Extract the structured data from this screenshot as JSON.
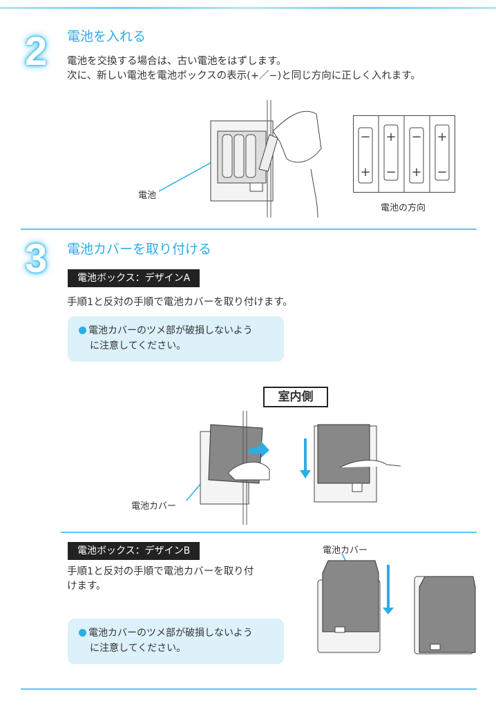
{
  "step2": {
    "number": "2",
    "title": "電池を入れる",
    "body_line1": "電池を交換する場合は、古い電池をはずします。",
    "body_line2": "次に、新しい電池を電池ボックスの表示(+／−)と同じ方向に正しく入れます。",
    "battery_label": "電池",
    "direction_caption": "電池の方向"
  },
  "step3": {
    "number": "3",
    "title": "電池カバーを取り付ける",
    "design_a": {
      "label": "電池ボックス：デザインA",
      "body": "手順1と反対の手順で電池カバーを取り付けます。",
      "note_line1": "電池カバーのツメ部が破損しないよう",
      "note_line2": "に注意してください。",
      "indoor_label": "室内側",
      "cover_label": "電池カバー"
    },
    "design_b": {
      "label": "電池ボックス：デザインB",
      "body_line1": "手順1と反対の手順で電池カバーを取り付",
      "body_line2": "けます。",
      "note_line1": "電池カバーのツメ部が破損しないよう",
      "note_line2": "に注意してください。",
      "cover_label": "電池カバー"
    }
  },
  "colors": {
    "accent": "#2aaee4",
    "note_bg": "#dcf1fa",
    "label_bg": "#222222"
  }
}
